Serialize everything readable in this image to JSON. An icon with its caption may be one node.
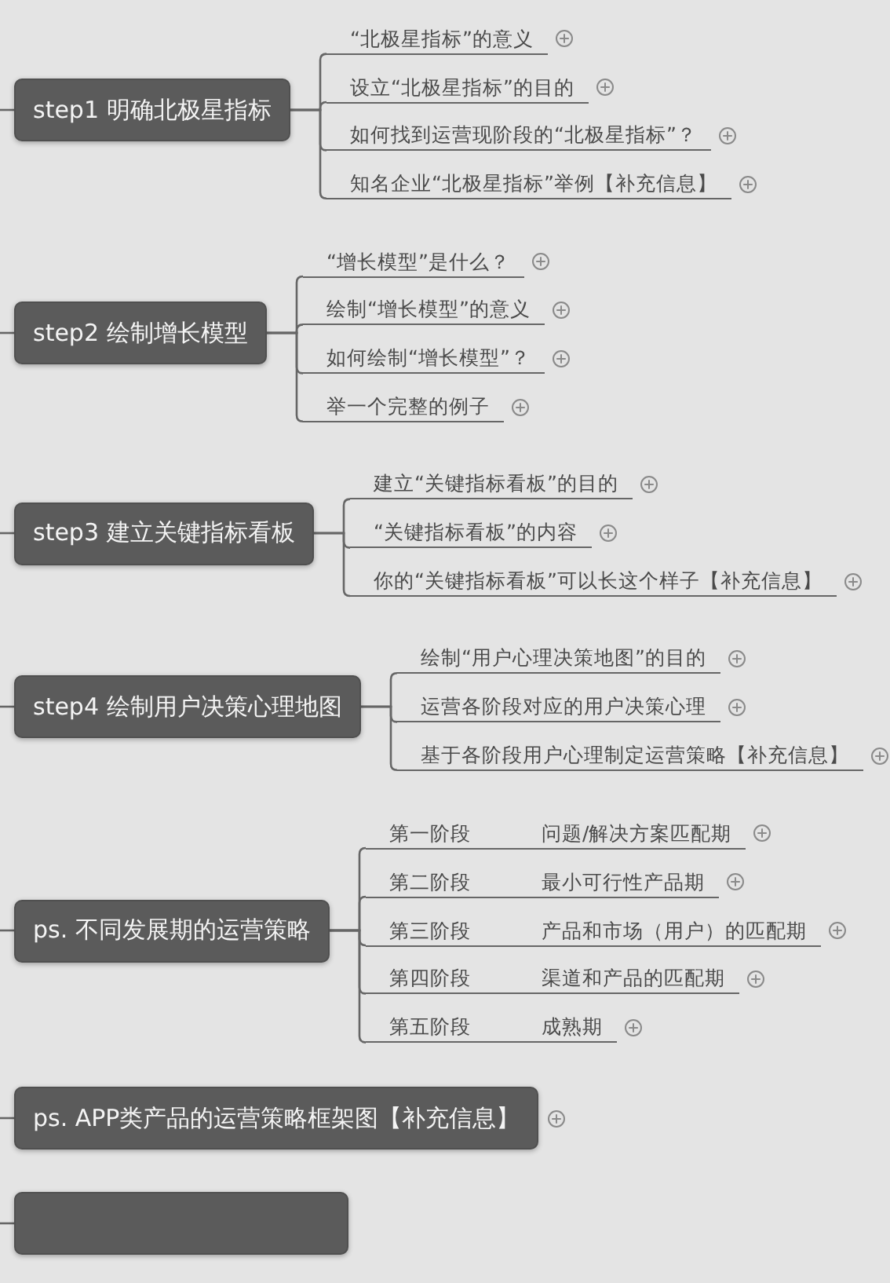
{
  "diagram": {
    "nodes": [
      {
        "text": [
          "step1 明确北极星指标"
        ]
      },
      {
        "text": [
          "“北极星指标”的意义"
        ]
      },
      {
        "text": [
          "设立“北极星指标”的目的"
        ]
      },
      {
        "text": [
          "如何找到运营现阶段的“北极星指标”？"
        ]
      },
      {
        "text": [
          "知名企业“北极星指标”举例【补充信息】"
        ]
      },
      {
        "text": [
          "step2 绘制增长模型"
        ]
      },
      {
        "text": [
          "“增长模型”是什么？"
        ]
      },
      {
        "text": [
          "绘制“增长模型”的意义"
        ]
      },
      {
        "text": [
          "如何绘制“增长模型”？"
        ]
      },
      {
        "text": [
          "举一个完整的例子"
        ]
      },
      {
        "text": [
          "step3 建立关键指标看板"
        ]
      },
      {
        "text": [
          "建立“关键指标看板”的目的"
        ]
      },
      {
        "text": [
          "“关键指标看板”的内容"
        ]
      },
      {
        "text": [
          "你的“关键指标看板”可以长这个样子【补充信息】"
        ]
      },
      {
        "text": [
          "step4 绘制用户决策心理地图"
        ]
      },
      {
        "text": [
          "绘制“用户心理决策地图”的目的"
        ]
      },
      {
        "text": [
          "运营各阶段对应的用户决策心理"
        ]
      },
      {
        "text": [
          "基于各阶段用户心理制定运营策略【补充信息】"
        ]
      },
      {
        "text": [
          "ps. 不同发展期的运营策略"
        ]
      },
      {
        "text": [
          "第一阶段",
          "问题/解决方案匹配期"
        ]
      },
      {
        "text": [
          "第二阶段",
          "最小可行性产品期"
        ]
      },
      {
        "text": [
          "第三阶段",
          "产品和市场（用户）的匹配期"
        ]
      },
      {
        "text": [
          "第四阶段",
          "渠道和产品的匹配期"
        ]
      },
      {
        "text": [
          "第五阶段",
          "成熟期"
        ]
      },
      {
        "text": [
          "ps. APP类产品的运营策略框架图【补充信息】"
        ]
      },
      {
        "text": [],
        "shape": "box"
      }
    ],
    "edges": [
      {
        "from": null,
        "to": 0,
        "arrow": "none"
      },
      {
        "from": 0,
        "to": 1,
        "arrow": "none"
      },
      {
        "from": 0,
        "to": 2,
        "arrow": "none"
      },
      {
        "from": 0,
        "to": 3,
        "arrow": "none"
      },
      {
        "from": 0,
        "to": 4,
        "arrow": "none"
      },
      {
        "from": null,
        "to": 5,
        "arrow": "none"
      },
      {
        "from": 5,
        "to": 6,
        "arrow": "none"
      },
      {
        "from": 5,
        "to": 7,
        "arrow": "none"
      },
      {
        "from": 5,
        "to": 8,
        "arrow": "none"
      },
      {
        "from": 5,
        "to": 9,
        "arrow": "none"
      },
      {
        "from": null,
        "to": 10,
        "arrow": "none"
      },
      {
        "from": 10,
        "to": 11,
        "arrow": "none"
      },
      {
        "from": 10,
        "to": 12,
        "arrow": "none"
      },
      {
        "from": 10,
        "to": 13,
        "arrow": "none"
      },
      {
        "from": null,
        "to": 14,
        "arrow": "none"
      },
      {
        "from": 14,
        "to": 15,
        "arrow": "none"
      },
      {
        "from": 14,
        "to": 16,
        "arrow": "none"
      },
      {
        "from": 14,
        "to": 17,
        "arrow": "none"
      },
      {
        "from": null,
        "to": 18,
        "arrow": "none"
      },
      {
        "from": 18,
        "to": 19,
        "arrow": "none"
      },
      {
        "from": 18,
        "to": 20,
        "arrow": "none"
      },
      {
        "from": 18,
        "to": 21,
        "arrow": "none"
      },
      {
        "from": 18,
        "to": 22,
        "arrow": "none"
      },
      {
        "from": 18,
        "to": 23,
        "arrow": "none"
      },
      {
        "from": null,
        "to": 24,
        "arrow": "none"
      },
      {
        "from": null,
        "to": 25,
        "arrow": "none"
      }
    ]
  }
}
